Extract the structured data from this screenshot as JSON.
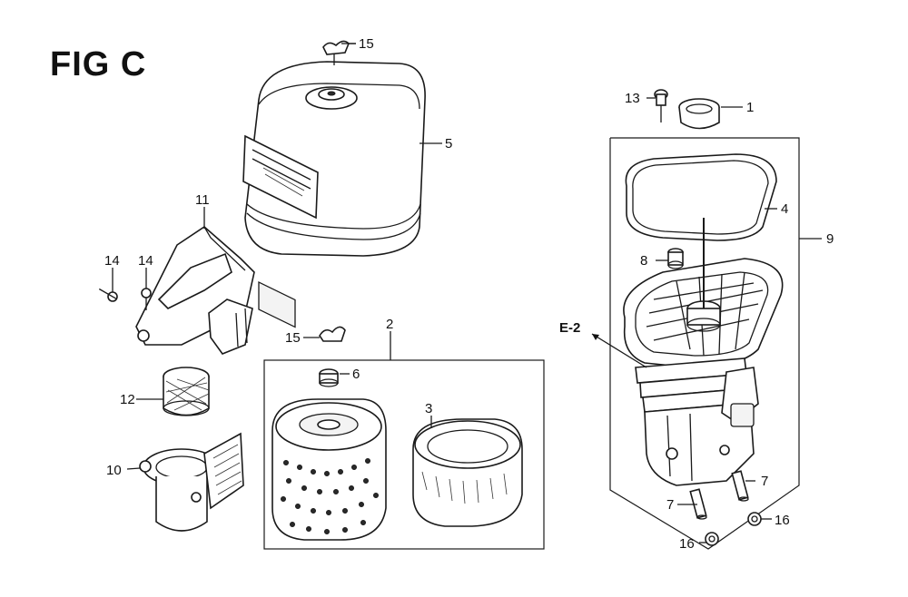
{
  "figure": {
    "title": "FIG C"
  },
  "labels": {
    "p1": "1",
    "p2": "2",
    "p3": "3",
    "p4": "4",
    "p5": "5",
    "p6": "6",
    "p7a": "7",
    "p7b": "7",
    "p8": "8",
    "p9": "9",
    "p10": "10",
    "p11": "11",
    "p12": "12",
    "p13": "13",
    "p14a": "14",
    "p14b": "14",
    "p15a": "15",
    "p15b": "15",
    "p16a": "16",
    "p16b": "16",
    "ref_e2": "E-2"
  }
}
